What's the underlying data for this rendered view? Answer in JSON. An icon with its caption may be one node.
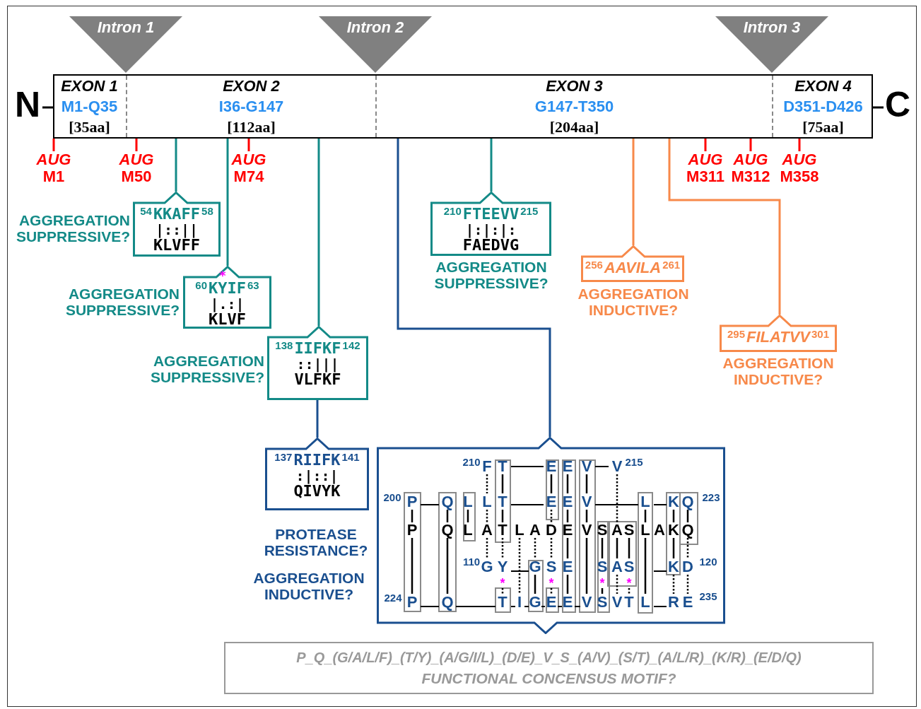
{
  "diagram": {
    "nodes": [
      {
        "text": [],
        "shape": "bar"
      },
      {
        "text": [
          "EXON 1",
          "M1-Q35",
          "[35aa]"
        ],
        "in": 0
      },
      {
        "text": [
          "EXON 2",
          "I36-G147",
          "[112aa]"
        ],
        "in": 0
      },
      {
        "text": [
          "EXON 3",
          "G147-T350",
          "[204aa]"
        ],
        "in": 0
      },
      {
        "text": [
          "EXON 4",
          "D351-D426",
          "[75aa]"
        ],
        "in": 0
      },
      {
        "text": [
          "Intron 1"
        ]
      },
      {
        "text": [
          "Intron 2"
        ]
      },
      {
        "text": [
          "Intron 3"
        ]
      },
      {
        "text": [
          "54",
          "KKAFF",
          "58",
          "|::||",
          "KLVFF"
        ],
        "beside": [
          "AGGREGATION SUPPRESSIVE?"
        ]
      },
      {
        "text": [
          "*",
          "60",
          "KYIF",
          "63",
          "|.:|",
          "KLVF"
        ],
        "beside": [
          "AGGREGATION SUPPRESSIVE?"
        ]
      },
      {
        "text": [
          "138",
          "IIFKF",
          "142",
          "::|||",
          "VLFKF"
        ],
        "beside": [
          "AGGREGATION SUPPRESSIVE?"
        ]
      },
      {
        "text": [
          "210",
          "FTEEVV",
          "215",
          "|:|:|:",
          "FAEDVG"
        ],
        "beside": [
          "AGGREGATION SUPPRESSIVE?"
        ]
      },
      {
        "text": [
          "256",
          "AAVILA",
          "261"
        ],
        "beside": [
          "AGGREGATION INDUCTIVE?"
        ]
      },
      {
        "text": [
          "295",
          "FILATVV",
          "301"
        ],
        "beside": [
          "AGGREGATION INDUCTIVE?"
        ]
      },
      {
        "text": [
          "137",
          "RIIFK",
          "141",
          ":|::|",
          "QIVYK"
        ]
      },
      {
        "beside": [
          "PROTEASE RESISTANCE?",
          "AGGREGATION INDUCTIVE?"
        ],
        "text": [
          "210",
          "F",
          "T",
          "E",
          "E",
          "V",
          "V",
          "215",
          "200",
          "P",
          "Q",
          "L",
          "L",
          "T",
          "E",
          "E",
          "V",
          "L",
          "K",
          "Q",
          "223",
          "P",
          "Q",
          "L",
          "A",
          "T",
          "L",
          "A",
          "D",
          "E",
          "V",
          "S",
          "A",
          "S",
          "L",
          "A",
          "K",
          "Q",
          "110",
          "G",
          "Y",
          "G",
          "S",
          "E",
          "S",
          "A",
          "S",
          "K",
          "D",
          "120",
          "*",
          "*",
          "*",
          "*",
          "224",
          "P",
          "Q",
          "T",
          "I",
          "G",
          "E",
          "E",
          "V",
          "S",
          "V",
          "T",
          "L",
          "R",
          "E",
          "235"
        ]
      },
      {
        "text": [
          "P_Q_(G/A/L/F)_(T/Y)_(A/G/I/L)_(D/E)_V_S_(A/V)_(S/T)_(A/L/R)_(K/R)_(E/D/Q)",
          "FUNCTIONAL CONCENSUS MOTIF?"
        ]
      },
      {
        "text": [
          "AUG",
          "M1"
        ]
      },
      {
        "text": [
          "AUG",
          "M50"
        ]
      },
      {
        "text": [
          "AUG",
          "M74"
        ]
      },
      {
        "text": [
          "AUG",
          "M311"
        ]
      },
      {
        "text": [
          "AUG",
          "M312"
        ]
      },
      {
        "text": [
          "AUG",
          "M358"
        ]
      },
      {
        "text": [
          "N"
        ]
      },
      {
        "text": [
          "C"
        ]
      }
    ],
    "edges": [
      {
        "from": 2,
        "to": 8,
        "arrow": "none",
        "color": "#138a87"
      },
      {
        "from": 2,
        "to": 9,
        "arrow": "none",
        "color": "#138a87"
      },
      {
        "from": 2,
        "to": 10,
        "arrow": "none",
        "color": "#138a87"
      },
      {
        "from": 3,
        "to": 15,
        "arrow": "none",
        "color": "#1a4f8f"
      },
      {
        "from": 3,
        "to": 11,
        "arrow": "none",
        "color": "#138a87"
      },
      {
        "from": 3,
        "to": 12,
        "arrow": "none",
        "color": "#f7894a"
      },
      {
        "from": 3,
        "to": 13,
        "arrow": "none",
        "color": "#f7894a"
      },
      {
        "from": 10,
        "to": 14,
        "arrow": "none",
        "color": "#1a4f8f"
      },
      {
        "from": 1,
        "to": 17,
        "arrow": "none"
      },
      {
        "from": 1,
        "to": 18,
        "arrow": "none"
      },
      {
        "from": 2,
        "to": 19,
        "arrow": "none"
      },
      {
        "from": 3,
        "to": 20,
        "arrow": "none"
      },
      {
        "from": 3,
        "to": 21,
        "arrow": "none"
      },
      {
        "from": 4,
        "to": 22,
        "arrow": "none"
      },
      {
        "from": 23,
        "to": 1,
        "arrow": "none",
        "color": "#000000"
      },
      {
        "from": 4,
        "to": 24,
        "arrow": "none",
        "color": "#000000"
      }
    ]
  }
}
